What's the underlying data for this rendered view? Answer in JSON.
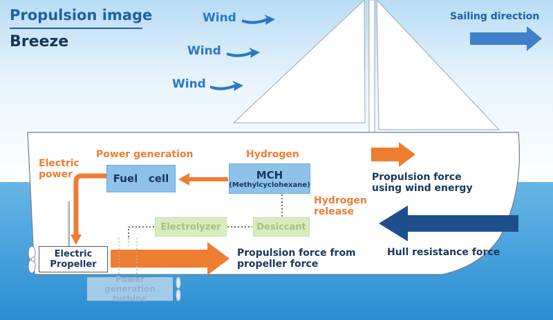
{
  "title": "Propulsion image",
  "subtitle": "Breeze",
  "wind_labels": [
    "Wind",
    "Wind",
    "Wind"
  ],
  "sailing_direction": "Sailing direction",
  "labels": {
    "electric_power": "Electric power",
    "power_generation": "Power generation",
    "hydrogen": "Hydrogen",
    "hydrogen_release": "Hydrogen release",
    "propulsion_wind": "Propulsion force using wind energy",
    "hull_resistance": "Hull resistance force",
    "propulsion_propeller": "Propulsion force from propeller force"
  },
  "boxes": {
    "fuel_cell": "Fuel   cell",
    "mch": "MCH",
    "mch_sub": "(Methylcyclohexane)",
    "electrolyzer": "Electrolyzer",
    "desiccant": "Desiccant",
    "electric_propeller": "Electric Propeller",
    "turbine": "Power generation turbine"
  },
  "colors": {
    "sky_top": "#cfe6f7",
    "sea": "#4fa8de",
    "hull": "#ffffff",
    "accent_orange": "#ed7d31",
    "navy": "#17365d",
    "wind_blue": "#2878c3",
    "fuel_box": "#8fc2ea",
    "electrolyzer_box": "#d9ebc1"
  }
}
